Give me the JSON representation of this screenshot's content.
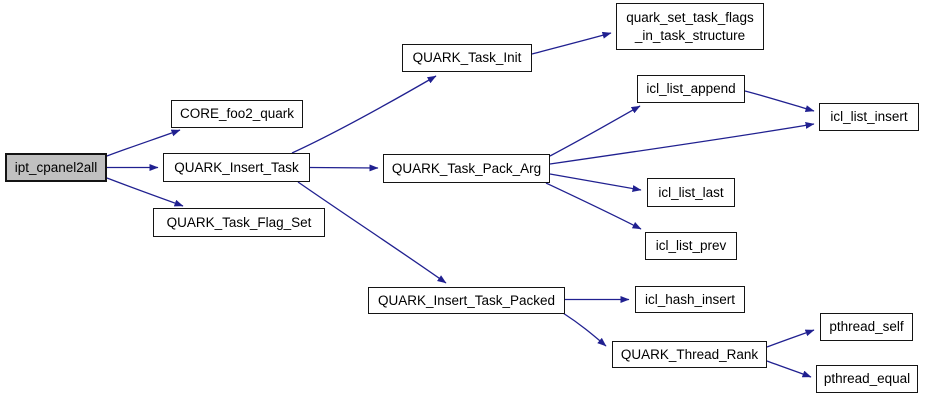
{
  "diagram": {
    "type": "call-graph",
    "root": "ipt_cpanel2all",
    "colors": {
      "edge": "#202090",
      "node_border": "#141414",
      "node_fill": "#ffffff",
      "root_fill": "#c0c0c0",
      "background": "#ffffff"
    },
    "nodes": [
      {
        "id": "ipt_cpanel2all",
        "label": "ipt_cpanel2all"
      },
      {
        "id": "CORE_foo2_quark",
        "label": "CORE_foo2_quark"
      },
      {
        "id": "QUARK_Insert_Task",
        "label": "QUARK_Insert_Task"
      },
      {
        "id": "QUARK_Task_Flag_Set",
        "label": "QUARK_Task_Flag_Set"
      },
      {
        "id": "QUARK_Task_Init",
        "label": "QUARK_Task_Init"
      },
      {
        "id": "quark_set_task_flags_in_task_structure",
        "label": "quark_set_task_flags\n_in_task_structure"
      },
      {
        "id": "icl_list_append",
        "label": "icl_list_append"
      },
      {
        "id": "icl_list_insert",
        "label": "icl_list_insert"
      },
      {
        "id": "QUARK_Task_Pack_Arg",
        "label": "QUARK_Task_Pack_Arg"
      },
      {
        "id": "icl_list_last",
        "label": "icl_list_last"
      },
      {
        "id": "icl_list_prev",
        "label": "icl_list_prev"
      },
      {
        "id": "QUARK_Insert_Task_Packed",
        "label": "QUARK_Insert_Task_Packed"
      },
      {
        "id": "icl_hash_insert",
        "label": "icl_hash_insert"
      },
      {
        "id": "QUARK_Thread_Rank",
        "label": "QUARK_Thread_Rank"
      },
      {
        "id": "pthread_self",
        "label": "pthread_self"
      },
      {
        "id": "pthread_equal",
        "label": "pthread_equal"
      }
    ],
    "edges": [
      [
        "ipt_cpanel2all",
        "CORE_foo2_quark"
      ],
      [
        "ipt_cpanel2all",
        "QUARK_Insert_Task"
      ],
      [
        "ipt_cpanel2all",
        "QUARK_Task_Flag_Set"
      ],
      [
        "QUARK_Insert_Task",
        "QUARK_Task_Init"
      ],
      [
        "QUARK_Insert_Task",
        "QUARK_Task_Pack_Arg"
      ],
      [
        "QUARK_Insert_Task",
        "QUARK_Insert_Task_Packed"
      ],
      [
        "QUARK_Task_Init",
        "quark_set_task_flags_in_task_structure"
      ],
      [
        "QUARK_Task_Pack_Arg",
        "icl_list_append"
      ],
      [
        "QUARK_Task_Pack_Arg",
        "icl_list_insert"
      ],
      [
        "QUARK_Task_Pack_Arg",
        "icl_list_last"
      ],
      [
        "QUARK_Task_Pack_Arg",
        "icl_list_prev"
      ],
      [
        "icl_list_append",
        "icl_list_insert"
      ],
      [
        "QUARK_Insert_Task_Packed",
        "icl_hash_insert"
      ],
      [
        "QUARK_Insert_Task_Packed",
        "QUARK_Thread_Rank"
      ],
      [
        "QUARK_Thread_Rank",
        "pthread_self"
      ],
      [
        "QUARK_Thread_Rank",
        "pthread_equal"
      ]
    ]
  }
}
